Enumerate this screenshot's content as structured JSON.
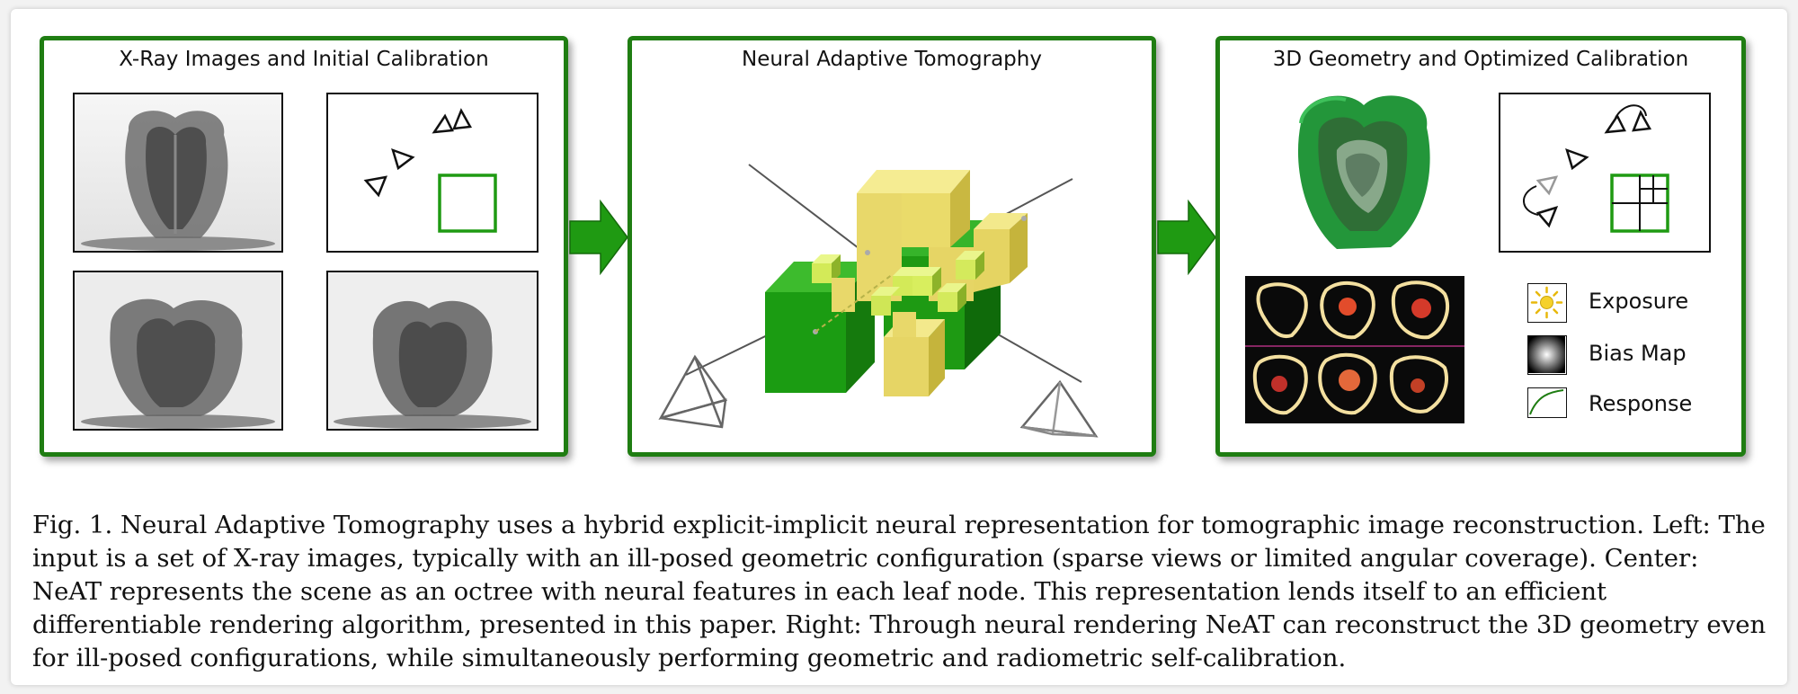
{
  "panels": {
    "left": {
      "title": "X-Ray Images and Initial Calibration"
    },
    "center": {
      "title": "Neural Adaptive Tomography"
    },
    "right": {
      "title": "3D Geometry and Optimized Calibration"
    }
  },
  "legend": {
    "exposure": "Exposure",
    "bias_map": "Bias Map",
    "response": "Response"
  },
  "caption": {
    "text": "Fig. 1.  Neural Adaptive Tomography uses a hybrid explicit-implicit neural representation for tomographic image reconstruction. Left: The input is a set of X-ray images, typically with an ill-posed geometric configuration (sparse views or limited angular coverage). Center: NeAT represents the scene as an octree with neural features in each leaf node. This representation lends itself to an efficient differentiable rendering algorithm, presented in this paper. Right: Through neural rendering NeAT can reconstruct the 3D geometry even for ill-posed configurations, while simultaneously performing geometric and radiometric self-calibration."
  },
  "colors": {
    "panel_border": "#1f7d12",
    "arrow_green": "#1f9a12",
    "octree_green": "#22a316",
    "octree_yellow": "#efe37a",
    "octree_lime": "#d9f06a"
  }
}
